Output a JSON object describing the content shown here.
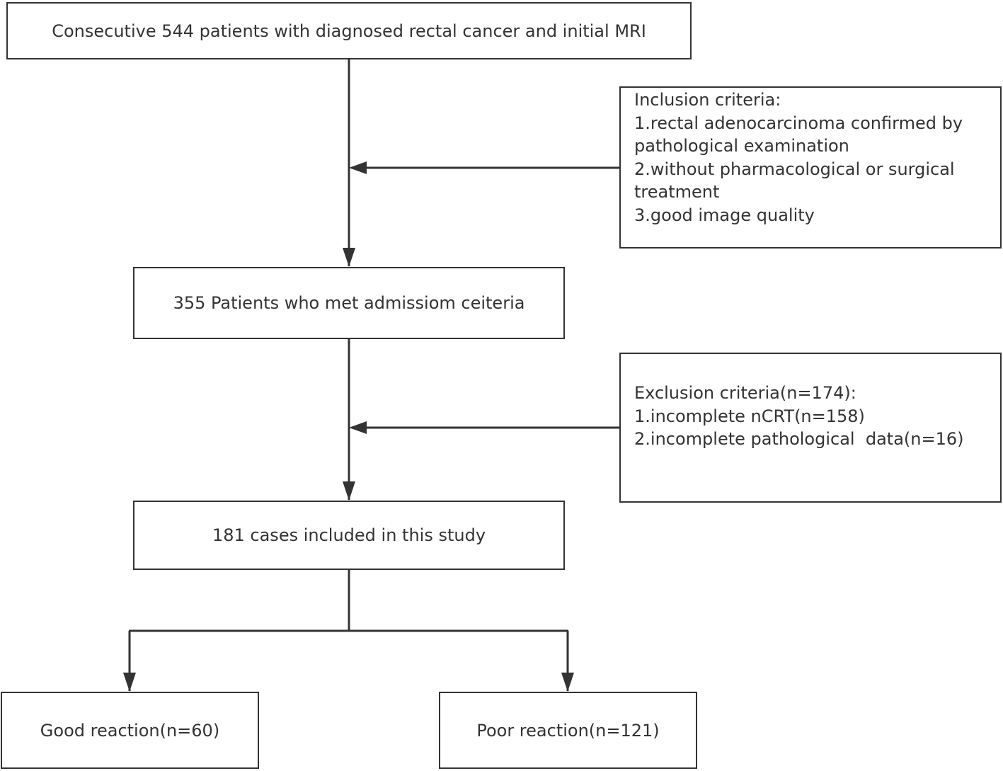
{
  "flowchart": {
    "start": "Consecutive 544 patients with diagnosed rectal cancer and initial MRI",
    "inclusion": {
      "title": "Inclusion criteria:",
      "lines": [
        "1.rectal adenocarcinoma confirmed by",
        "pathological examination",
        "2.without pharmacological or surgical",
        "treatment",
        "3.good image quality"
      ]
    },
    "admitted": "355 Patients who met admissiom ceiteria",
    "exclusion": {
      "title": "Exclusion criteria(n=174):",
      "lines": [
        "1.incomplete nCRT(n=158)",
        "2.incomplete pathological  data(n=16)"
      ]
    },
    "included": "181 cases included in this study",
    "good": "Good reaction(n=60)",
    "poor": "Poor reaction(n=121)"
  },
  "colors": {
    "stroke": "#333333",
    "background": "#ffffff"
  }
}
